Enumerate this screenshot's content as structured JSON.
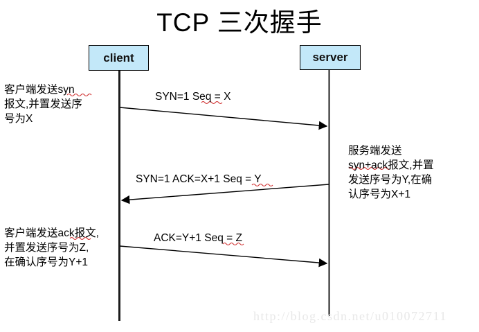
{
  "diagram": {
    "title": "TCP 三次握手",
    "type": "sequence-diagram",
    "colors": {
      "node_fill": "#c3e8f9",
      "node_border": "#000000",
      "line": "#000000",
      "text": "#000000",
      "watermark": "#e8e8e8",
      "background": "#ffffff"
    },
    "participants": [
      {
        "id": "client",
        "label": "client"
      },
      {
        "id": "server",
        "label": "server"
      }
    ],
    "messages": [
      {
        "index": 1,
        "label": "SYN=1  Seq = X",
        "from": "client",
        "to": "server",
        "direction": "left-to-right"
      },
      {
        "index": 2,
        "label": "SYN=1  ACK=X+1 Seq = Y",
        "from": "server",
        "to": "client",
        "direction": "right-to-left"
      },
      {
        "index": 3,
        "label": "ACK=Y+1 Seq = Z",
        "from": "client",
        "to": "server",
        "direction": "left-to-right"
      }
    ],
    "notes": {
      "client_syn": "客户端发送syn\n报文,并置发送序\n号为X",
      "server_synack": "服务端发送\nsyn+ack报文,并置\n发送序号为Y,在确\n认序号为X+1",
      "client_ack": "客户端发送ack报文,\n并置发送序号为Z,\n在确认序号为Y+1"
    }
  },
  "watermark": {
    "text": "http://blog.csdn.net/u010072711"
  }
}
